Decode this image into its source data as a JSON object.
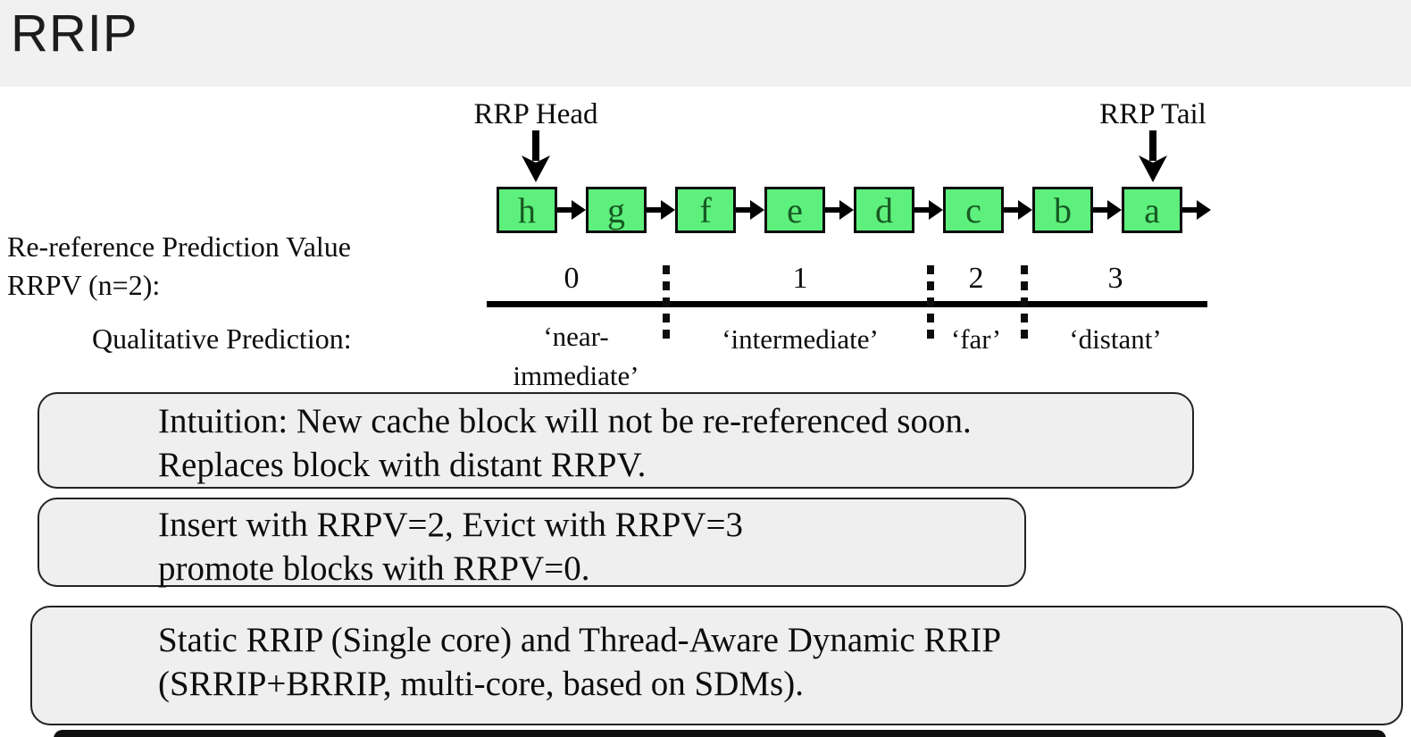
{
  "title": "RRIP",
  "colors": {
    "header_bg": "#f1f1f2",
    "block_fill": "#5ef07c",
    "block_text": "#175a23",
    "note_bg": "#efefef",
    "ink": "#0d0d0d"
  },
  "diagram": {
    "head_label": "RRP Head",
    "tail_label": "RRP Tail",
    "blocks": [
      "h",
      "g",
      "f",
      "e",
      "d",
      "c",
      "b",
      "a"
    ],
    "rrpv_label_line1": "Re-reference Prediction Value",
    "rrpv_label_line2": "RRPV (n=2):",
    "qualitative_label": "Qualitative Prediction:",
    "scale": [
      {
        "value": "0",
        "label1": "‘near-",
        "label2": "immediate’"
      },
      {
        "value": "1",
        "label1": "‘intermediate’",
        "label2": ""
      },
      {
        "value": "2",
        "label1": "‘far’",
        "label2": ""
      },
      {
        "value": "3",
        "label1": "‘distant’",
        "label2": ""
      }
    ]
  },
  "notes": [
    {
      "line1": "Intuition: New cache block will not be re-referenced soon.",
      "line2": "Replaces block with distant RRPV."
    },
    {
      "line1": "Insert with RRPV=2, Evict with RRPV=3",
      "line2": "promote blocks with RRPV=0."
    },
    {
      "line1": "Static RRIP (Single core) and Thread-Aware Dynamic RRIP",
      "line2": "(SRRIP+BRRIP, multi-core, based on SDMs)."
    }
  ]
}
